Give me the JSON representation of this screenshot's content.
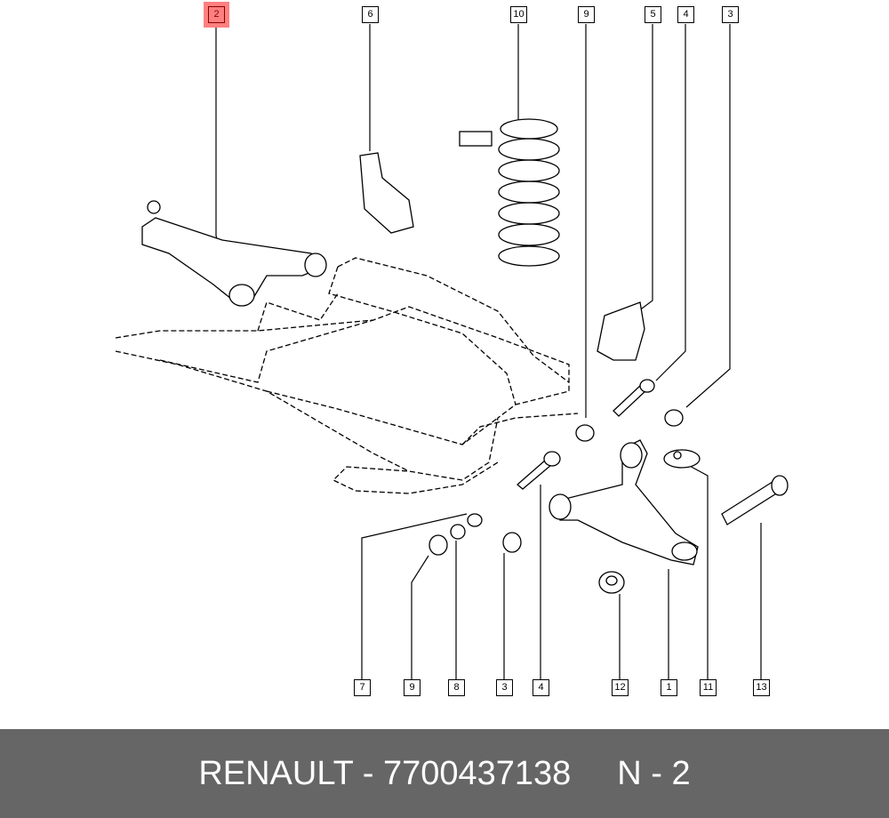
{
  "callouts_top": [
    {
      "label": "2",
      "highlighted": true
    },
    {
      "label": "6"
    },
    {
      "label": "10"
    },
    {
      "label": "9"
    },
    {
      "label": "5"
    },
    {
      "label": "4"
    },
    {
      "label": "3"
    }
  ],
  "callouts_bottom": [
    {
      "label": "7"
    },
    {
      "label": "9"
    },
    {
      "label": "8"
    },
    {
      "label": "3"
    },
    {
      "label": "4"
    },
    {
      "label": "12"
    },
    {
      "label": "1"
    },
    {
      "label": "11"
    },
    {
      "label": "13"
    }
  ],
  "footer": {
    "brand_part": "RENAULT - 7700437138",
    "position": "N - 2"
  },
  "colors": {
    "highlight": "#ff8080",
    "footer_bg": "#666666"
  }
}
